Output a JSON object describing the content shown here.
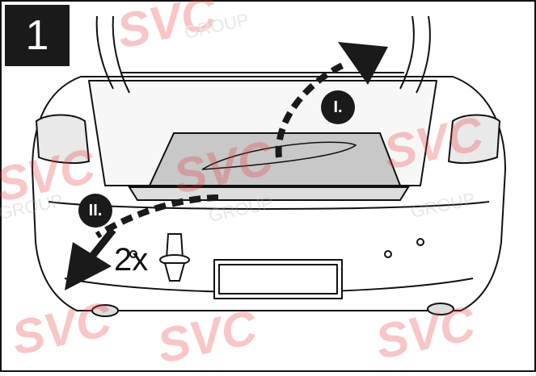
{
  "step": {
    "number": "1"
  },
  "labels": {
    "step_one": "I.",
    "step_two": "II.",
    "quantity": "2x"
  },
  "watermark": {
    "brand": "SVC",
    "sub": "GROUP",
    "color": "#e8323a"
  },
  "colors": {
    "outline": "#111111",
    "trunk_floor": "#c8c8c8",
    "arrow_fill": "#1a1a1a"
  }
}
